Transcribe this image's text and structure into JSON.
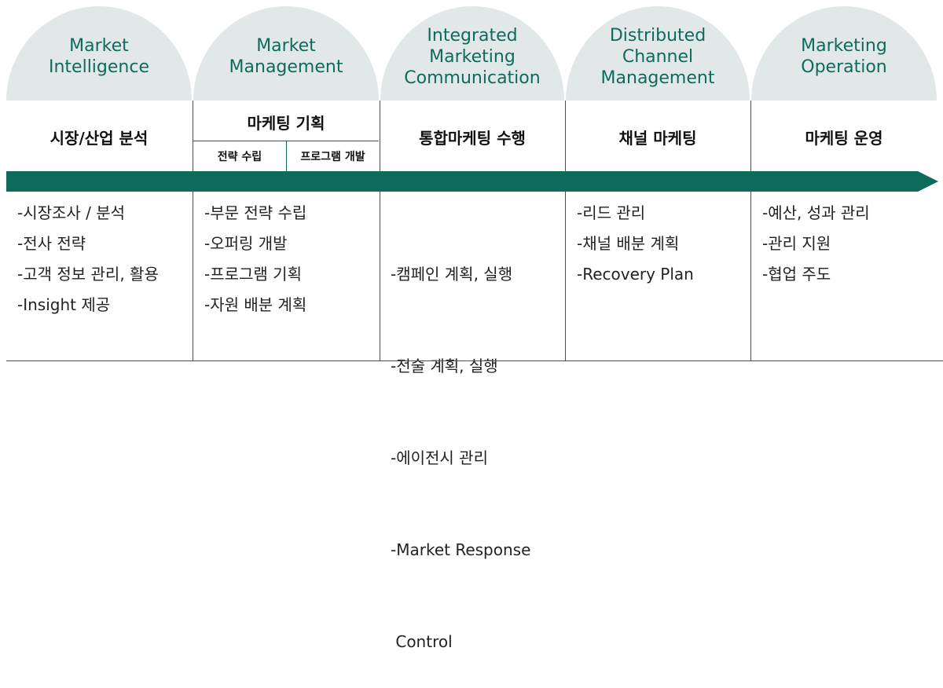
{
  "columns": [
    {
      "dome_title": "Market\nIntelligence",
      "header": "시장/산업 분석",
      "items": [
        "-시장조사 / 분석",
        "-전사 전략",
        "-고객 정보 관리, 활용",
        "-Insight 제공"
      ]
    },
    {
      "dome_title": "Market\nManagement",
      "header": "마케팅 기획",
      "sub_headers": [
        "전략 수립",
        "프로그램 개발"
      ],
      "items": [
        "-부문 전략 수립",
        "-오퍼링 개발",
        "-프로그램 기획",
        "-자원 배분 계획"
      ]
    },
    {
      "dome_title": "Integrated\nMarketing\nCommunication",
      "header": "통합마케팅 수행",
      "items": [
        "-캠페인 계획, 실행",
        "-전술 계획, 실행",
        "-에이전시 관리",
        "-Market Response",
        " Control"
      ]
    },
    {
      "dome_title": "Distributed\nChannel\nManagement",
      "header": "채널 마케팅",
      "items": [
        "-리드 관리",
        "-채널 배분 계획",
        "-Recovery Plan"
      ]
    },
    {
      "dome_title": "Marketing\nOperation",
      "header": "마케팅 운영",
      "items": [
        "-예산, 성과 관리",
        "-관리 지원",
        "-협업 주도"
      ]
    }
  ],
  "colors": {
    "accent": "#0e6b5c",
    "dome_fill": "#e2e8e7"
  }
}
